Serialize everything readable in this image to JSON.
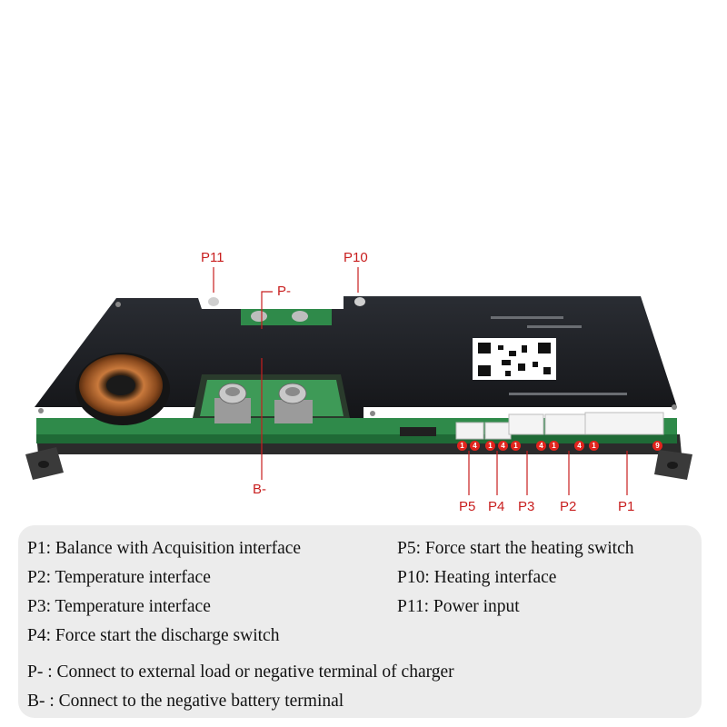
{
  "callouts": {
    "p11": "P11",
    "p10": "P10",
    "p_minus": "P-",
    "b_minus": "B-",
    "p5": "P5",
    "p4": "P4",
    "p3": "P3",
    "p2": "P2",
    "p1": "P1"
  },
  "pin_markers": {
    "p5_a": "1",
    "p5_b": "4",
    "p4_a": "1",
    "p4_b": "4",
    "p3_a": "1",
    "p3_b": "4",
    "p2_a": "1",
    "p2_b": "4",
    "p1_a": "1",
    "p1_b": "9"
  },
  "legend": {
    "p1": "P1: Balance with Acquisition interface",
    "p2": "P2: Temperature interface",
    "p3": "P3: Temperature interface",
    "p4": "P4: Force start the discharge switch",
    "p5": "P5: Force start the heating switch",
    "p10": "P10: Heating interface",
    "p11": "P11: Power input",
    "p_minus": "P- : Connect to external load or negative terminal of charger",
    "b_minus": "B- : Connect to the negative battery terminal"
  },
  "colors": {
    "callout": "#c81e1e",
    "board": "#1c1e22",
    "pcb": "#2f8a4a",
    "marker": "#e1241d"
  }
}
